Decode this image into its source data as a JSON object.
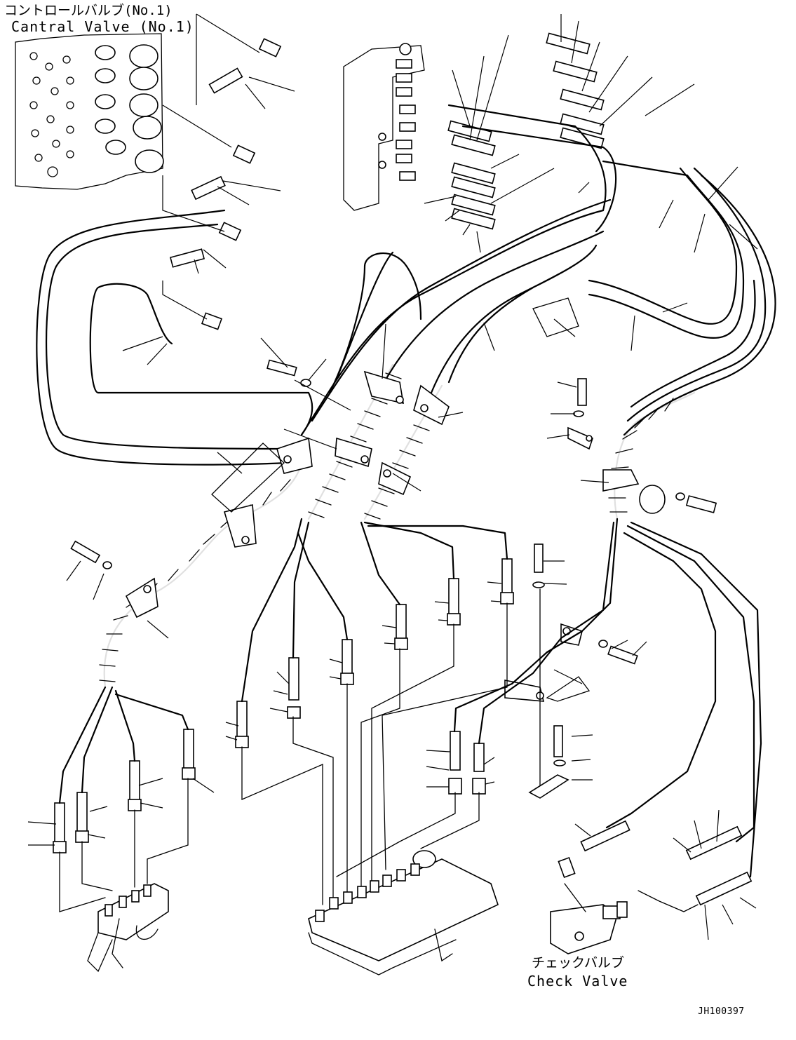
{
  "labels": {
    "control_valve_jp": "コントロールバルブ(No.1)",
    "control_valve_en": "Cantral Valve (No.1)",
    "check_valve_jp": "チェックバルブ",
    "check_valve_en": "Check Valve",
    "drawing_code": "JH100397"
  },
  "colors": {
    "ink": "#000000",
    "paper": "#ffffff"
  }
}
